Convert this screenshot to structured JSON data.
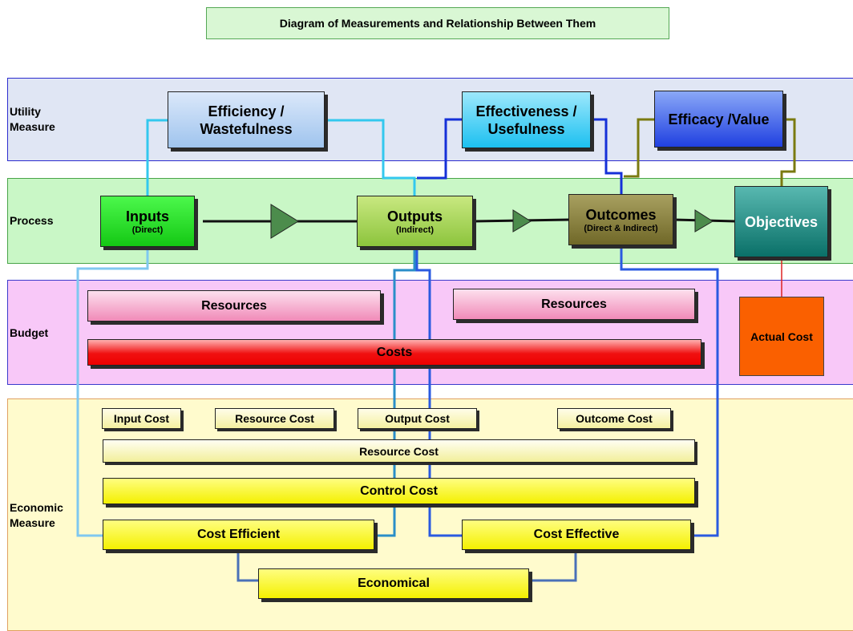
{
  "title": "Diagram of Measurements and Relationship Between Them",
  "bands": {
    "utility": "Utility\nMeasure",
    "process": "Process",
    "budget": "Budget",
    "economic": "Economic\nMeasure"
  },
  "utility": {
    "efficiency": "Efficiency /\nWastefulness",
    "effectiveness": "Effectiveness /\nUsefulness",
    "efficacy": "Efficacy /Value"
  },
  "process": {
    "inputs": {
      "label": "Inputs",
      "sub": "(Direct)"
    },
    "outputs": {
      "label": "Outputs",
      "sub": "(Indirect)"
    },
    "outcomes": {
      "label": "Outcomes",
      "sub": "(Direct & Indirect)"
    },
    "objectives": {
      "label": "Objectives"
    }
  },
  "budget": {
    "resources_left": "Resources",
    "resources_right": "Resources",
    "costs": "Costs",
    "actual_cost": "Actual Cost"
  },
  "economic": {
    "input_cost": "Input Cost",
    "resource_cost_small": "Resource Cost",
    "output_cost": "Output Cost",
    "outcome_cost": "Outcome Cost",
    "resource_cost_bar": "Resource Cost",
    "control_cost": "Control Cost",
    "cost_efficient": "Cost Efficient",
    "cost_effective": "Cost Effective",
    "economical": "Economical"
  }
}
